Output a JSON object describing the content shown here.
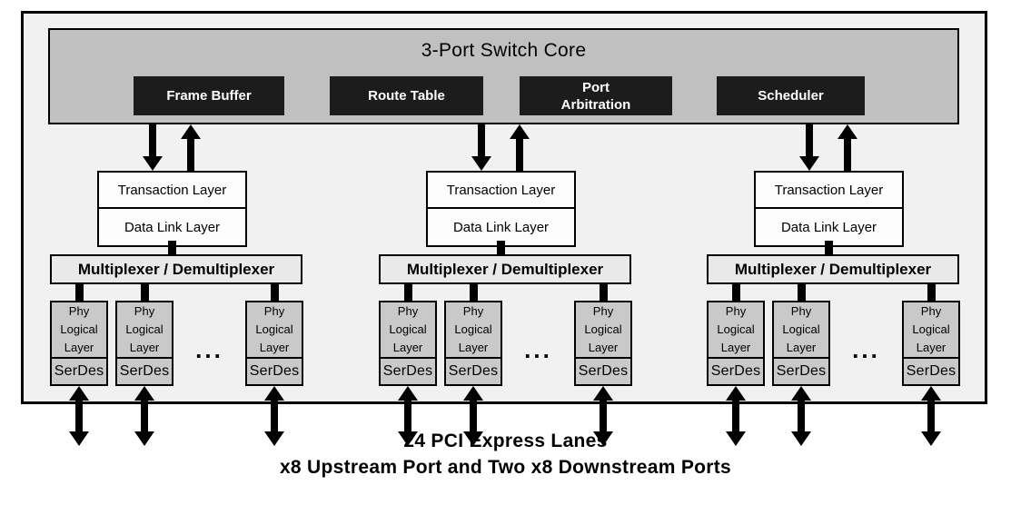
{
  "colors": {
    "outer_fill": "#f1f1f1",
    "core_fill": "#c0c0c0",
    "core_block_fill": "#1c1c1c",
    "layer_fill": "#fdfdfd",
    "mux_fill": "#e9e9e9",
    "phy_fill": "#c9c9c9",
    "line": "#000000"
  },
  "core": {
    "title": "3-Port Switch Core",
    "blocks": [
      {
        "label": "Frame Buffer"
      },
      {
        "label": "Route Table"
      },
      {
        "label": "Port\nArbitration"
      },
      {
        "label": "Scheduler"
      }
    ]
  },
  "ports": [
    {
      "transaction_label": "Transaction Layer",
      "datalink_label": "Data Link Layer",
      "mux_label": "Multiplexer / Demultiplexer",
      "ellipsis": "...",
      "lanes": [
        {
          "phy_label": "Phy Logical Layer",
          "serdes_label": "SerDes"
        },
        {
          "phy_label": "Phy Logical Layer",
          "serdes_label": "SerDes"
        },
        {
          "phy_label": "Phy Logical Layer",
          "serdes_label": "SerDes"
        }
      ]
    },
    {
      "transaction_label": "Transaction Layer",
      "datalink_label": "Data Link Layer",
      "mux_label": "Multiplexer / Demultiplexer",
      "ellipsis": "...",
      "lanes": [
        {
          "phy_label": "Phy Logical Layer",
          "serdes_label": "SerDes"
        },
        {
          "phy_label": "Phy Logical Layer",
          "serdes_label": "SerDes"
        },
        {
          "phy_label": "Phy Logical Layer",
          "serdes_label": "SerDes"
        }
      ]
    },
    {
      "transaction_label": "Transaction Layer",
      "datalink_label": "Data Link Layer",
      "mux_label": "Multiplexer / Demultiplexer",
      "ellipsis": "...",
      "lanes": [
        {
          "phy_label": "Phy Logical Layer",
          "serdes_label": "SerDes"
        },
        {
          "phy_label": "Phy Logical Layer",
          "serdes_label": "SerDes"
        },
        {
          "phy_label": "Phy Logical Layer",
          "serdes_label": "SerDes"
        }
      ]
    }
  ],
  "captions": {
    "line1": "24 PCI Express Lanes",
    "line2": "x8 Upstream Port and Two x8 Downstream Ports"
  }
}
